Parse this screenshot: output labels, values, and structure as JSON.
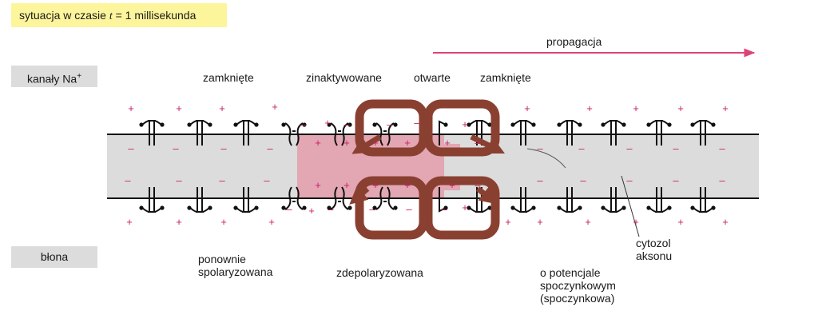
{
  "header": {
    "title_prefix": "sytuacja w czasie ",
    "title_var": "t",
    "title_suffix": " = 1 millisekunda"
  },
  "row_labels": {
    "channels_main": "kanały Na",
    "channels_sup": "+",
    "membrane": "błona"
  },
  "propagation_label": "propagacja",
  "channel_states": {
    "closed_left": "zamknięte",
    "inactivated": "zinaktywowane",
    "open": "otwarte",
    "closed_right": "zamknięte"
  },
  "membrane_states": {
    "repolarized_line1": "ponownie",
    "repolarized_line2": "spolaryzowana",
    "depolarized": "zdepolaryzowana",
    "resting_line1": "o potencjale",
    "resting_line2": "spoczynkowym",
    "resting_line3": "(spoczynkowa)"
  },
  "cytosol_line1": "cytozol",
  "cytosol_line2": "aksonu",
  "charges": {
    "plus": "+",
    "minus": "–"
  },
  "colors": {
    "title_bg": "#fdf59c",
    "label_bg": "#dcdcdc",
    "axon": "#dcdcdc",
    "depolarized": "#e3a6b3",
    "current_loop": "#8a4030",
    "charge": "#c8206a",
    "arrow": "#dd4477"
  }
}
